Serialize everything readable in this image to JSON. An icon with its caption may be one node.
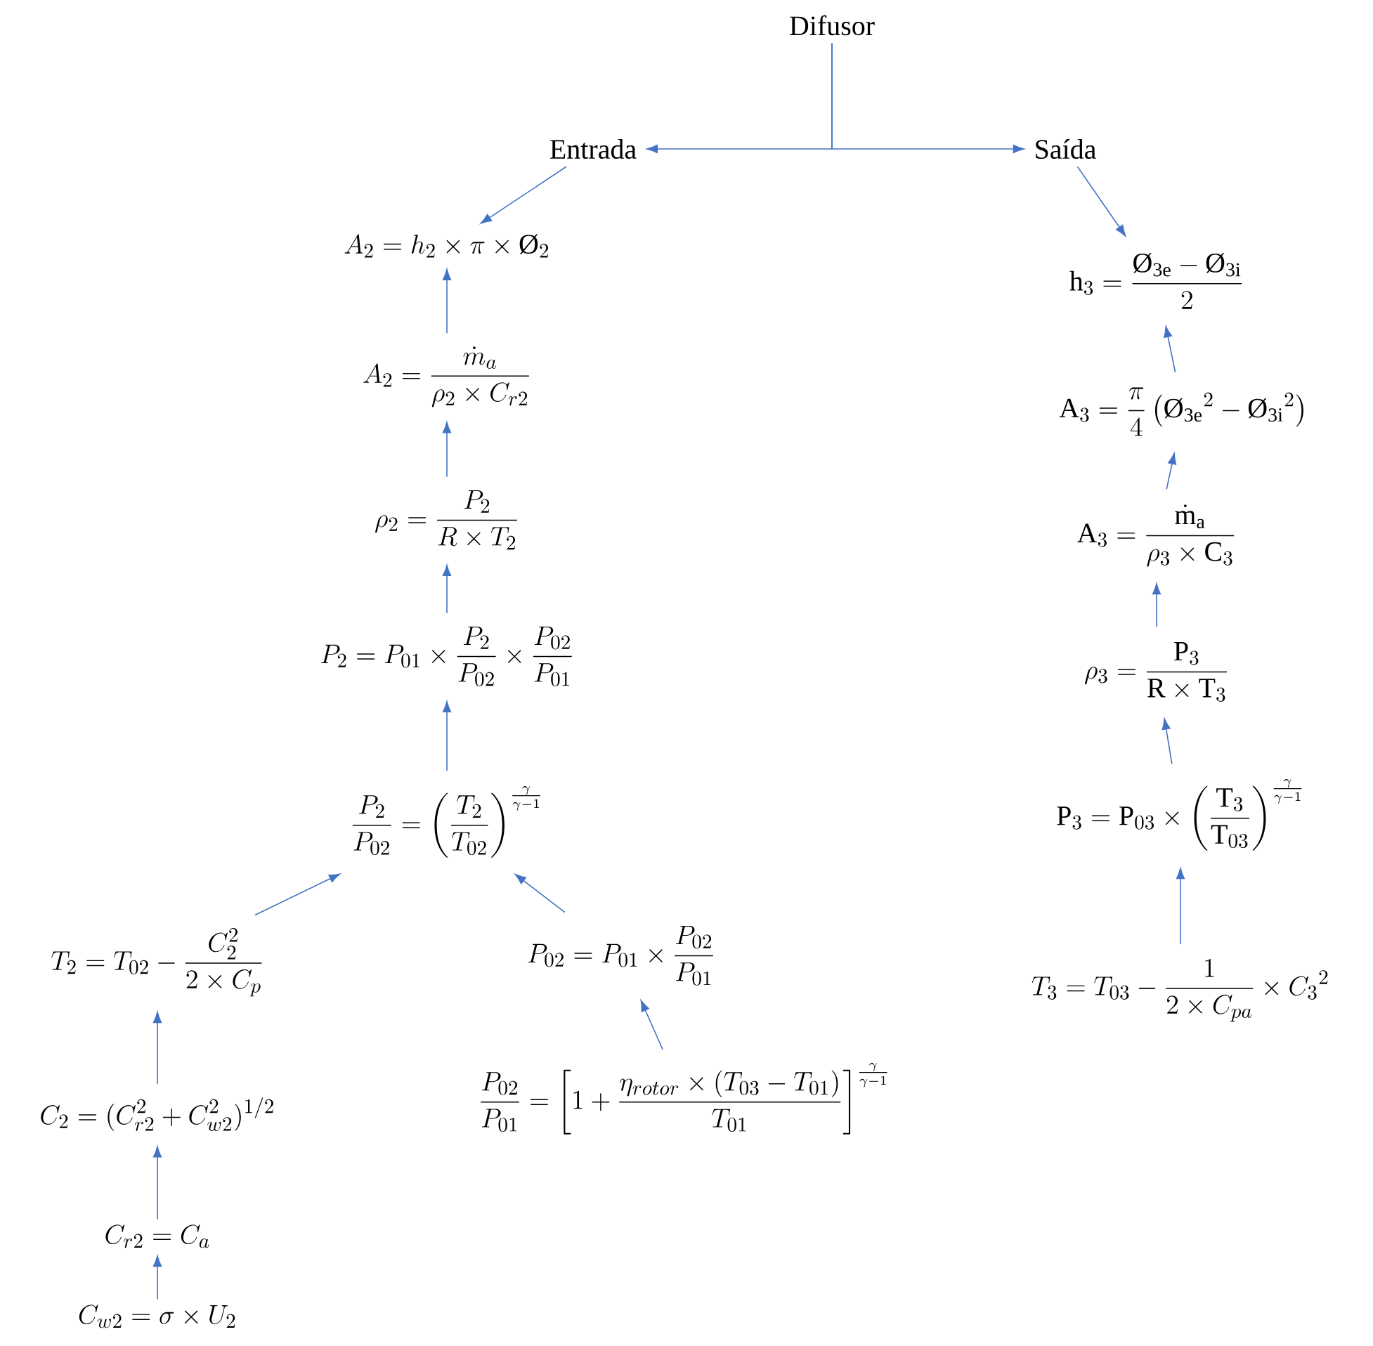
{
  "diagram": {
    "nodes": [
      {
        "text": [
          "Difusor"
        ]
      },
      {
        "text": [
          "Entrada"
        ]
      },
      {
        "text": [
          "Saída"
        ]
      },
      {
        "text": [
          "A_2 = h_2 \\times \\pi \\times \\text{Ø}_2"
        ]
      },
      {
        "text": [
          "A_2 = \\frac{\\dot{m}_a}{\\rho_2 \\times C_{r2}}"
        ]
      },
      {
        "text": [
          "\\rho_2 = \\frac{P_2}{R \\times T_2}"
        ]
      },
      {
        "text": [
          "P_2 = P_{01} \\times \\frac{P_2}{P_{02}} \\times \\frac{P_{02}}{P_{01}}"
        ]
      },
      {
        "text": [
          "\\frac{P_2}{P_{02}} = \\left(\\frac{T_2}{T_{02}}\\right)^{\\frac{\\gamma}{\\gamma-1}}"
        ]
      },
      {
        "text": [
          "T_2 = T_{02} - \\frac{C_2^2}{2 \\times C_p}"
        ]
      },
      {
        "text": [
          "C_2 = (C_{r2}^2 + C_{w2}^2)^{1/2}"
        ]
      },
      {
        "text": [
          "C_{r2} = C_a"
        ]
      },
      {
        "text": [
          "C_{w2} = \\sigma \\times U_2"
        ]
      },
      {
        "text": [
          "P_{02} = P_{01} \\times \\frac{P_{02}}{P_{01}}"
        ]
      },
      {
        "text": [
          "\\frac{P_{02}}{P_{01}} = \\left[1 + \\frac{\\eta_{rotor} \\times (T_{03} - T_{01})}{T_{01}}\\right]^{\\frac{\\gamma}{\\gamma-1}}"
        ]
      },
      {
        "text": [
          "\\mathrm{h}_3 = \\frac{\\text{Ø}_{\\mathrm{3e}} - \\text{Ø}_{\\mathrm{3i}}}{2}"
        ]
      },
      {
        "text": [
          "\\mathrm{A}_3 = \\frac{\\pi}{4}\\left({\\text{Ø}_{\\mathrm{3e}}}^2 - {\\text{Ø}_{\\mathrm{3i}}}^2\\right)"
        ]
      },
      {
        "text": [
          "\\mathrm{A}_3 = \\frac{\\dot{\\mathrm{m}}_{\\mathrm{a}}}{\\rho_3 \\times \\mathrm{C}_3}"
        ]
      },
      {
        "text": [
          "\\rho_3 = \\frac{\\mathrm{P}_3}{\\mathrm{R} \\times \\mathrm{T}_3}"
        ]
      },
      {
        "text": [
          "\\mathrm{P}_3 = \\mathrm{P}_{03} \\times \\left(\\frac{\\mathrm{T}_3}{\\mathrm{T}_{03}}\\right)^{\\frac{\\gamma}{\\gamma-1}}"
        ]
      },
      {
        "text": [
          "T_3 = T_{03} - \\frac{1}{2 \\times C_{pa}} \\times {C_3}^2"
        ]
      }
    ],
    "edges": [
      {
        "from": 0,
        "to": 1,
        "arrow": "to"
      },
      {
        "from": 0,
        "to": 2,
        "arrow": "to"
      },
      {
        "from": 1,
        "to": 3,
        "arrow": "to"
      },
      {
        "from": 2,
        "to": 14,
        "arrow": "to"
      },
      {
        "from": 4,
        "to": 3,
        "arrow": "to"
      },
      {
        "from": 5,
        "to": 4,
        "arrow": "to"
      },
      {
        "from": 6,
        "to": 5,
        "arrow": "to"
      },
      {
        "from": 7,
        "to": 6,
        "arrow": "to"
      },
      {
        "from": 8,
        "to": 7,
        "arrow": "to"
      },
      {
        "from": 12,
        "to": 7,
        "arrow": "to"
      },
      {
        "from": 9,
        "to": 8,
        "arrow": "to"
      },
      {
        "from": 10,
        "to": 9,
        "arrow": "to"
      },
      {
        "from": 11,
        "to": 10,
        "arrow": "to"
      },
      {
        "from": 13,
        "to": 12,
        "arrow": "to"
      },
      {
        "from": 15,
        "to": 14,
        "arrow": "to"
      },
      {
        "from": 16,
        "to": 15,
        "arrow": "to"
      },
      {
        "from": 17,
        "to": 16,
        "arrow": "to"
      },
      {
        "from": 18,
        "to": 17,
        "arrow": "to"
      },
      {
        "from": 19,
        "to": 18,
        "arrow": "to"
      }
    ]
  }
}
